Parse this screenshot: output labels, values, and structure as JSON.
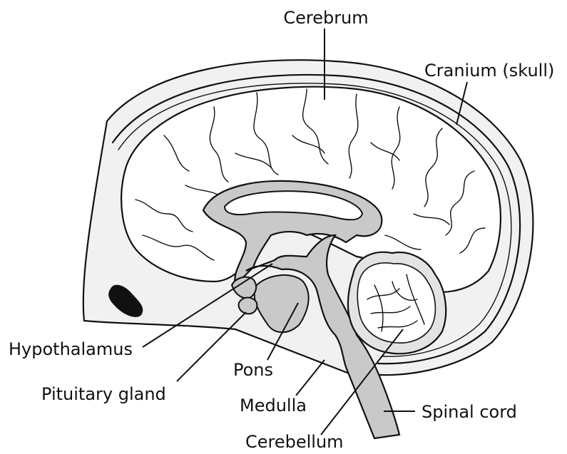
{
  "diagram": {
    "labels": {
      "cerebrum": "Cerebrum",
      "cranium": "Cranium (skull)",
      "hypothalamus": "Hypothalamus",
      "pituitary": "Pituitary gland",
      "pons": "Pons",
      "medulla": "Medulla",
      "spinal_cord": "Spinal cord",
      "cerebellum": "Cerebellum"
    },
    "colors": {
      "line": "#111111",
      "skull_fill": "#f1f1f1",
      "grey_structure": "#c9c9c9",
      "brain_fill": "#ffffff",
      "background": "#ffffff"
    }
  }
}
